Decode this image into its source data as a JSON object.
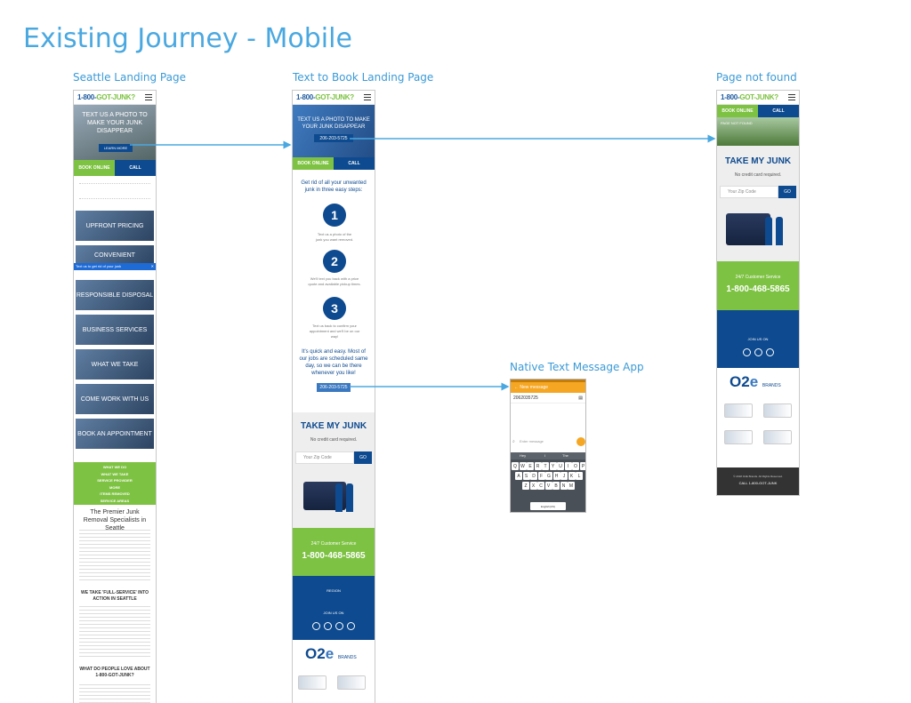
{
  "title": "Existing Journey - Mobile",
  "labels": {
    "seattle": "Seattle Landing Page",
    "text_to_book": "Text to Book Landing Page",
    "not_found": "Page not found",
    "native_app": "Native Text Message App"
  },
  "brand": {
    "logo_a": "1-800-",
    "logo_b": "GOT-JUNK?"
  },
  "seattle": {
    "hero": "TEXT US A PHOTO TO MAKE YOUR JUNK DISAPPEAR",
    "learn_more": "LEARN MORE",
    "book_online": "BOOK ONLINE",
    "call": "CALL",
    "tiles": [
      "UPFRONT PRICING",
      "CONVENIENT",
      "RESPONSIBLE DISPOSAL",
      "BUSINESS SERVICES",
      "WHAT WE TAKE",
      "COME WORK WITH US",
      "BOOK AN APPOINTMENT"
    ],
    "chat_bar": "Text us to get rid of your junk",
    "nav": [
      "WHAT WE DO",
      "WHAT WE TAKE",
      "SERVICE PROVIDER",
      "MORE",
      "ITEMS REMOVED",
      "SERVICE AREAS"
    ],
    "h1": "The Premier Junk Removal Specialists in Seattle",
    "h2": "WE TAKE 'FULL-SERVICE' INTO ACTION IN SEATTLE",
    "h3": "WHAT DO PEOPLE LOVE ABOUT 1-800-GOT-JUNK?"
  },
  "ttb": {
    "hero": "TEXT US A PHOTO TO MAKE YOUR JUNK DISAPPEAR",
    "hero_number": "206-203-5725",
    "book_online": "BOOK ONLINE",
    "call": "CALL",
    "intro": "Get rid of all your unwanted junk in three easy steps:",
    "steps": [
      {
        "n": "1",
        "text": "Text us a photo of the junk you want removed."
      },
      {
        "n": "2",
        "text": "We'll text you back with a price quote and available pickup times."
      },
      {
        "n": "3",
        "text": "Text us back to confirm your appointment and we'll be on our way!"
      }
    ],
    "outro": "It's quick and easy. Most of our jobs are scheduled same day, so we can be there whenever you like!",
    "number_btn": "206-203-5725",
    "take_my_junk": "TAKE MY JUNK",
    "no_credit": "No credit card required.",
    "zip_placeholder": "Your Zip Code",
    "go": "GO",
    "cs_label": "24/7 Customer Service",
    "phone": "1-800-468-5865",
    "region": "REGION",
    "join": "JOIN US ON",
    "o2e_a": "O2",
    "o2e_b": "e",
    "brands": "BRANDS"
  },
  "pnf": {
    "book_online": "BOOK ONLINE",
    "call": "CALL",
    "hero": "PAGE NOT FOUND",
    "take_my_junk": "TAKE MY JUNK",
    "no_credit": "No credit card required.",
    "zip_placeholder": "Your Zip Code",
    "go": "GO",
    "cs_label": "24/7 Customer Service",
    "phone": "1-800-468-5865",
    "join": "JOIN US ON",
    "o2e_a": "O2",
    "o2e_b": "e",
    "brands": "BRANDS",
    "copyright": "© 2018 O2E Brands. All Rights Reserved.",
    "footer_link": "CALL 1-800-GOT-JUNK"
  },
  "sms": {
    "header": "New message",
    "recipient": "2062035725",
    "compose_placeholder": "Enter message",
    "suggestions": [
      "Hey",
      "I",
      "The"
    ],
    "row1": [
      "Q",
      "W",
      "E",
      "R",
      "T",
      "Y",
      "U",
      "I",
      "O",
      "P"
    ],
    "row2": [
      "A",
      "S",
      "D",
      "F",
      "G",
      "H",
      "J",
      "K",
      "L"
    ],
    "row3": [
      "Z",
      "X",
      "C",
      "V",
      "B",
      "N",
      "M"
    ],
    "space": "English(US)"
  },
  "colors": {
    "accent": "#4aa8e0",
    "brand_green": "#7dc242",
    "brand_blue": "#0e4a8f",
    "sms_orange": "#f5a623"
  }
}
